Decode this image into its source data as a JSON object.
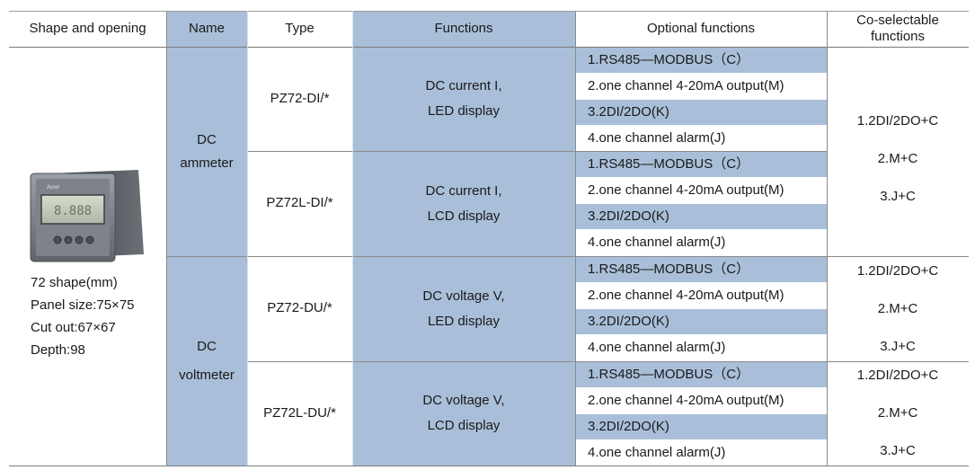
{
  "headers": {
    "shape": "Shape and opening",
    "name": "Name",
    "type": "Type",
    "functions": "Functions",
    "optional": "Optional functions",
    "coselect_line1": "Co-selectable",
    "coselect_line2": "functions"
  },
  "shape_spec": {
    "line1": "72 shape(mm)",
    "line2": "Panel size:75×75",
    "line3": "Cut out:67×67",
    "line4": "Depth:98"
  },
  "names": {
    "ammeter_line1": "DC",
    "ammeter_line2": "ammeter",
    "voltmeter_line1": "DC",
    "voltmeter_line2": "voltmeter"
  },
  "products": [
    {
      "type": "PZ72-DI/*",
      "func_line1": "DC current I,",
      "func_line2": "LED display",
      "options": [
        "1.RS485—MODBUS（C）",
        "2.one channel 4-20mA output(M)",
        "3.2DI/2DO(K)",
        "4.one channel alarm(J)"
      ]
    },
    {
      "type": "PZ72L-DI/*",
      "func_line1": "DC current I,",
      "func_line2": "LCD display",
      "options": [
        "1.RS485—MODBUS（C）",
        "2.one channel 4-20mA output(M)",
        "3.2DI/2DO(K)",
        "4.one channel alarm(J)"
      ]
    },
    {
      "type": "PZ72-DU/*",
      "func_line1": "DC voltage V,",
      "func_line2": "LED display",
      "options": [
        "1.RS485—MODBUS（C）",
        "2.one channel 4-20mA output(M)",
        "3.2DI/2DO(K)",
        "4.one channel alarm(J)"
      ]
    },
    {
      "type": "PZ72L-DU/*",
      "func_line1": "DC voltage V,",
      "func_line2": "LCD display",
      "options": [
        "1.RS485—MODBUS（C）",
        "2.one channel 4-20mA output(M)",
        "3.2DI/2DO(K)",
        "4.one channel alarm(J)"
      ]
    }
  ],
  "coselect": {
    "ammeter": [
      "1.2DI/2DO+C",
      "2.M+C",
      "3.J+C"
    ],
    "voltmeter_a": [
      "1.2DI/2DO+C",
      "2.M+C",
      "3.J+C"
    ],
    "voltmeter_b": [
      "1.2DI/2DO+C",
      "2.M+C",
      "3.J+C"
    ]
  },
  "device": {
    "screen_text": "8.888",
    "brand_text": "Acrel"
  },
  "colors": {
    "blue_fill": "#a9bfd9",
    "rule": "#8a8a8a"
  }
}
